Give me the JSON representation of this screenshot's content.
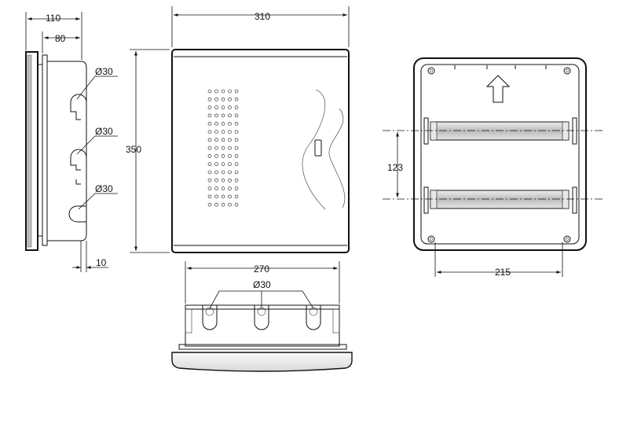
{
  "dimensions": {
    "side_depth_total": "110",
    "side_depth_inner": "80",
    "side_hole_1": "Ø30",
    "side_hole_2": "Ø30",
    "side_hole_3": "Ø30",
    "side_offset": "10",
    "front_width": "310",
    "front_height": "350",
    "bottom_width": "270",
    "bottom_hole": "Ø30",
    "rail_spacing": "123",
    "mount_spacing": "215"
  }
}
